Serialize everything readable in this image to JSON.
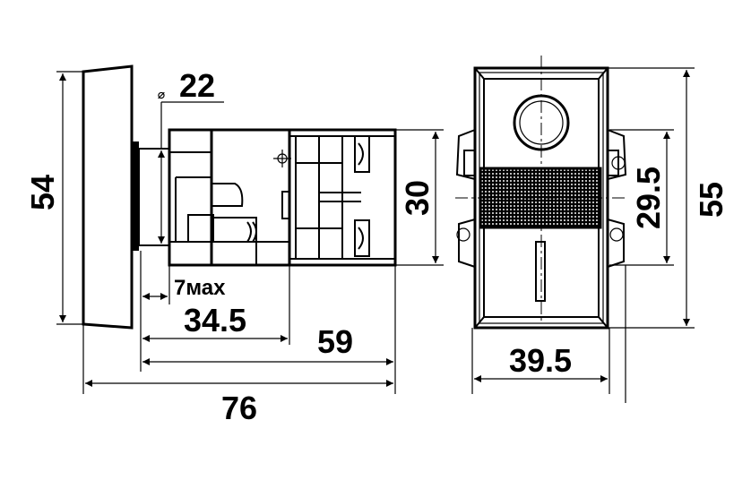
{
  "dimensions": {
    "height_left": "54",
    "diameter_symbol": "⌀",
    "diameter_value": "22",
    "body_height": "30",
    "gap_max": "7мах",
    "length_34_5": "34.5",
    "length_59": "59",
    "length_76": "76",
    "width_39_5": "39.5",
    "window_29_5": "29.5",
    "height_right": "55"
  }
}
